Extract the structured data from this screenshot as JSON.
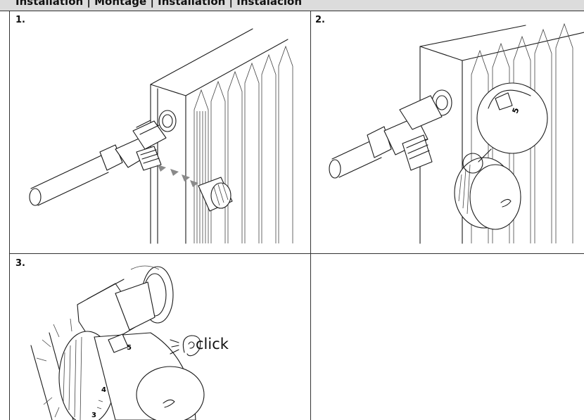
{
  "header": {
    "title": "Installation | Montage | Installation | Instalación"
  },
  "steps": [
    {
      "label": "1."
    },
    {
      "label": "2."
    },
    {
      "label": "3."
    }
  ],
  "sound": {
    "text": "click"
  },
  "dial_marks": [
    "5",
    "4",
    "3"
  ],
  "colors": {
    "header_bg": "#dcdcdc",
    "line": "#1a1a1a",
    "arrow": "#8a8a8a"
  }
}
